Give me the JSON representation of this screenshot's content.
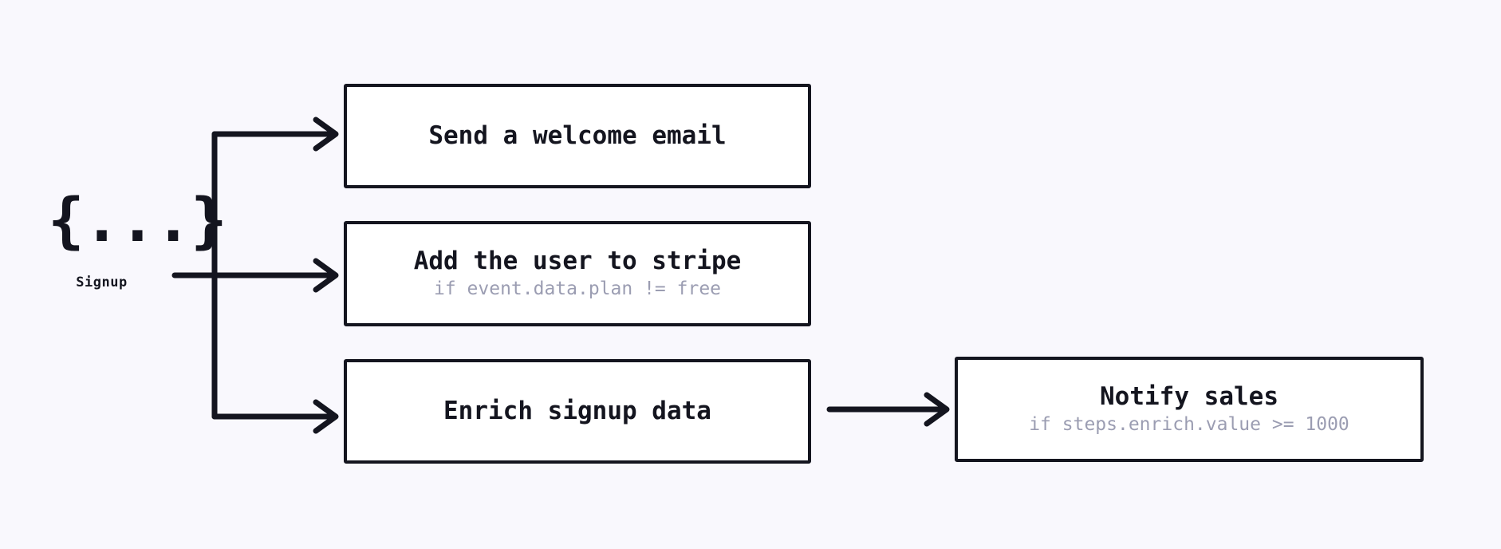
{
  "diagram": {
    "type": "workflow-fan-out",
    "background_color": "#f9f8fd",
    "stroke_color": "#14151f",
    "box_fill_color": "#ffffff",
    "subtitle_color": "#9b9db2",
    "trigger": {
      "glyph": "{...}",
      "glyph_icon_name": "json-braces-icon",
      "label": "Signup"
    },
    "steps": [
      {
        "id": "welcome",
        "title": "Send a welcome email",
        "condition": ""
      },
      {
        "id": "stripe",
        "title": "Add the user to stripe",
        "condition": "if event.data.plan != free"
      },
      {
        "id": "enrich",
        "title": "Enrich signup data",
        "condition": ""
      },
      {
        "id": "notify",
        "title": "Notify sales",
        "condition": "if steps.enrich.value >= 1000"
      }
    ],
    "edges": [
      {
        "from": "trigger",
        "to": "welcome"
      },
      {
        "from": "trigger",
        "to": "stripe"
      },
      {
        "from": "trigger",
        "to": "enrich"
      },
      {
        "from": "enrich",
        "to": "notify"
      }
    ]
  }
}
